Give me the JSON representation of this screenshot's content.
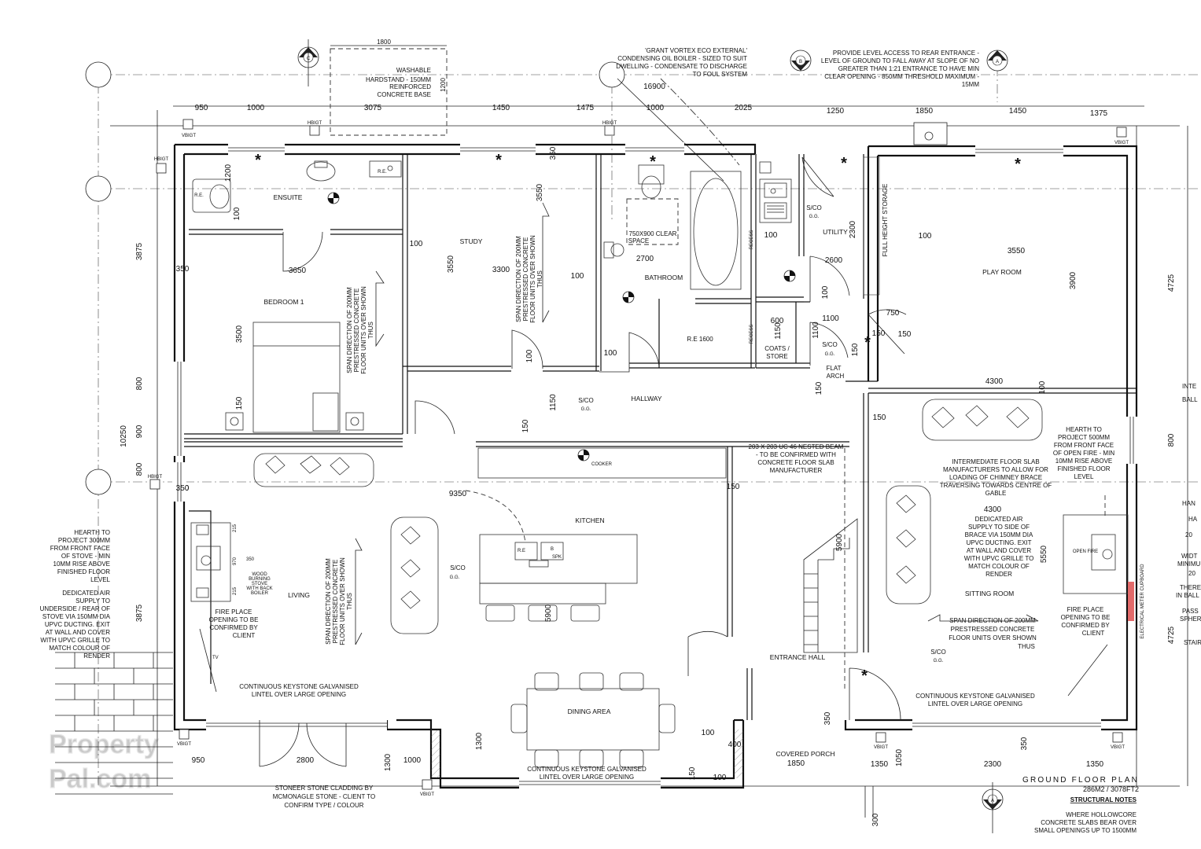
{
  "plan": {
    "title": "GROUND FLOOR PLAN",
    "area": "286M2 / 3078FT2",
    "structural_notes_heading": "STRUCTURAL NOTES",
    "structural_notes": [
      "WHERE HOLLOWCORE",
      "CONCRETE SLABS BEAR OVER",
      "SMALL OPENINGS UP TO 1500MM"
    ],
    "watermark": "PropertyPal.com"
  },
  "rooms": {
    "ensuite": "ENSUITE",
    "study": "STUDY",
    "bathroom": "BATHROOM",
    "utility": "UTILITY",
    "play_room": "PLAY ROOM",
    "bedroom1": "BEDROOM 1",
    "hallway": "HALLWAY",
    "kitchen": "KITCHEN",
    "living": "LIVING",
    "dining_area": "DINING AREA",
    "entrance_hall": "ENTRANCE HALL",
    "sitting_room": "SITTING ROOM",
    "coats_store": [
      "COATS /",
      "STORE"
    ],
    "flat_arch": [
      "FLAT",
      "ARCH"
    ],
    "covered_porch": "COVERED PORCH",
    "full_height_storage": "FULL HEIGHT STORAGE",
    "recess": "RECESS",
    "clear_space": [
      "750X900 CLEAR",
      "SPACE"
    ],
    "cooker": "COOKER",
    "open_fire": "OPEN FIRE",
    "electrical_meter": "ELECTRICAL METER CUPBOARD",
    "tv": "TV"
  },
  "labels": {
    "hbigt": "HBIGT",
    "vbigt": "VBIGT",
    "sco": "S/CO",
    "gg": "G.G.",
    "re": "R.E.",
    "re_bath": "R.E  1600",
    "sink_re": "R.E",
    "sink_b": "B",
    "spk": "SPK",
    "watermark_img_note": ""
  },
  "notes": {
    "boiler": [
      "'GRANT VORTEX ECO EXTERNAL'",
      "CONDENSING OIL BOILER - SIZED TO SUIT",
      "DWELLING - CONDENSATE TO DISCHARGE",
      "TO FOUL SYSTEM"
    ],
    "level_access": [
      "PROVIDE LEVEL ACCESS TO REAR ENTRANCE -",
      "LEVEL OF GROUND TO FALL AWAY AT SLOPE OF NO",
      "GREATER THAN 1:21 ENTRANCE TO HAVE MIN",
      "CLEAR OPENING - 850MM THRESHOLD MAXIMUM -",
      "15MM"
    ],
    "hardstand": [
      "WASHABLE",
      "HARDSTAND - 150MM",
      "REINFORCED",
      "CONCRETE BASE"
    ],
    "hearth_left": [
      "HEARTH TO",
      "PROJECT 300MM",
      "FROM FRONT FACE",
      "OF STOVE - MIN",
      "10MM RISE ABOVE",
      "FINISHED FLOOR",
      "LEVEL"
    ],
    "air_left": [
      "DEDICATED AIR",
      "SUPPLY TO",
      "UNDERSIDE / REAR OF",
      "STOVE VIA 150MM DIA",
      "UPVC DUCTING. EXIT",
      "AT WALL AND COVER",
      "WITH UPVC GRILLE TO",
      "MATCH COLOUR OF",
      "RENDER"
    ],
    "stove": [
      "WOOD",
      "BURNING",
      "STOVE",
      "WITH BACK",
      "BOILER"
    ],
    "fireplace_left": [
      "FIRE PLACE",
      "OPENING TO BE",
      "CONFIRMED BY",
      "CLIENT"
    ],
    "fireplace_right": [
      "FIRE PLACE",
      "OPENING TO BE",
      "CONFIRMED BY",
      "CLIENT"
    ],
    "lintel_living": [
      "CONTINUOUS KEYSTONE GALVANISED",
      "LINTEL OVER LARGE OPENING"
    ],
    "lintel_dining": [
      "CONTINUOUS KEYSTONE GALVANISED",
      "LINTEL OVER LARGE OPENING"
    ],
    "lintel_sitting": [
      "CONTINUOUS KEYSTONE GALVANISED",
      "LINTEL OVER LARGE OPENING"
    ],
    "stone": [
      "STONEER STONE CLADDING BY",
      "MCMONAGLE STONE - CLIENT TO",
      "CONFIRM TYPE / COLOUR"
    ],
    "beam": [
      "203 X 203 UC 46 NESTED BEAM",
      "- TO BE CONFIRMED WITH",
      "CONCRETE FLOOR SLAB",
      "MANUFACTURER"
    ],
    "hearth_right": [
      "HEARTH TO",
      "PROJECT 500MM",
      "FROM FRONT FACE",
      "OF OPEN FIRE - MIN",
      "10MM RISE ABOVE",
      "FINISHED FLOOR",
      "LEVEL"
    ],
    "intermediate": [
      "INTERMEDIATE FLOOR SLAB",
      "MANUFACTURERS TO ALLOW FOR",
      "LOADING OF CHIMNEY BRACE",
      "TRAVERSING TOWARDS CENTRE OF",
      "GABLE"
    ],
    "air_right": [
      "DEDICATED AIR",
      "SUPPLY TO SIDE OF",
      "BRACE VIA 150MM DIA",
      "UPVC DUCTING. EXIT",
      "AT WALL AND COVER",
      "WITH UPVC GRILLE TO",
      "MATCH COLOUR OF",
      "RENDER"
    ],
    "span_bedroom": [
      "SPAN DIRECTION OF 200MM",
      "PRESTRESSED CONCRETE",
      "FLOOR UNITS OVER SHOWN",
      "THUS"
    ],
    "span_study": [
      "SPAN DIRECTION OF 200MM",
      "PRESTRESSED CONCRETE",
      "FLOOR UNITS OVER SHOWN",
      "THUS"
    ],
    "span_living": [
      "SPAN DIRECTION OF 200MM",
      "PRESTRESSED CONCRETE",
      "FLOOR UNITS OVER SHOWN",
      "THUS"
    ],
    "span_sitting": [
      "SPAN DIRECTION OF 200MM",
      "PRESTRESSED CONCRETE",
      "FLOOR UNITS OVER SHOWN",
      "THUS"
    ],
    "right_edge": [
      "INTE",
      "BALL",
      "HAN",
      "HA",
      "20",
      "WIDT",
      "MINIMU",
      "20",
      "THERE",
      "IN BALL",
      "PASS",
      "SPHER",
      "STAIR"
    ]
  },
  "dimensions": {
    "top_overall": "16900",
    "top_row": [
      "950",
      "1000",
      "3075",
      "1450",
      "1475",
      "1000",
      "2025",
      "1250",
      "1850",
      "1450",
      "1375"
    ],
    "hardstand_w": "1800",
    "hardstand_h": "1200",
    "bottom_row": [
      "950",
      "2800",
      "1000",
      "1850",
      "1350",
      "2300",
      "1350"
    ],
    "left_outer": [
      "3875",
      "10250",
      "3875"
    ],
    "left_inner": [
      "350",
      "800",
      "900",
      "800",
      "350"
    ],
    "right_outer": [
      "4725",
      "800",
      "4725"
    ],
    "interior": {
      "ensuite_1200": "1200",
      "ensuite_100": "100",
      "bed_3650": "3650",
      "bed_3500": "3500",
      "bed_150": "150",
      "study_100": "100",
      "study_3550": "3550",
      "study_3300": "3300",
      "study_top_3550": "3550",
      "study_350": "350",
      "bath_100": "100",
      "bath_2700": "2700",
      "hall_100a": "100",
      "hall_100b": "100",
      "hall_1150": "1150",
      "hall_150": "150",
      "util_100": "100",
      "util_2300": "2300",
      "util_2600": "2600",
      "util_100b": "100",
      "coats_600": "600",
      "coats_1150": "1150",
      "coats_1100a": "1100",
      "coats_1100b": "1100",
      "coats_150": "150",
      "coats_150b": "150",
      "arch_150": "150",
      "play_100": "100",
      "play_3550": "3550",
      "play_3900": "3900",
      "play_750": "750",
      "play_150": "150",
      "play_4300": "4300",
      "play_100b": "100",
      "sit_150": "150",
      "sit_4300": "4300",
      "sit_5550": "5550",
      "stair_5900": "5900",
      "kitchen_9350": "9350",
      "kitchen_150": "150",
      "kitchen_150b": "150",
      "island_5900": "5900",
      "din_1300": "1300",
      "din_1300b": "1300",
      "din_100": "100",
      "din_400": "400",
      "din_150": "150",
      "din_100b": "100",
      "porch_350": "350",
      "porch_1050": "1050",
      "porch_350b": "350",
      "porch_300": "300",
      "living_350": "350",
      "stove_dims": [
        "215",
        "970",
        "350",
        "215"
      ]
    }
  },
  "section_markers": [
    "C",
    "B",
    "A",
    "A"
  ]
}
